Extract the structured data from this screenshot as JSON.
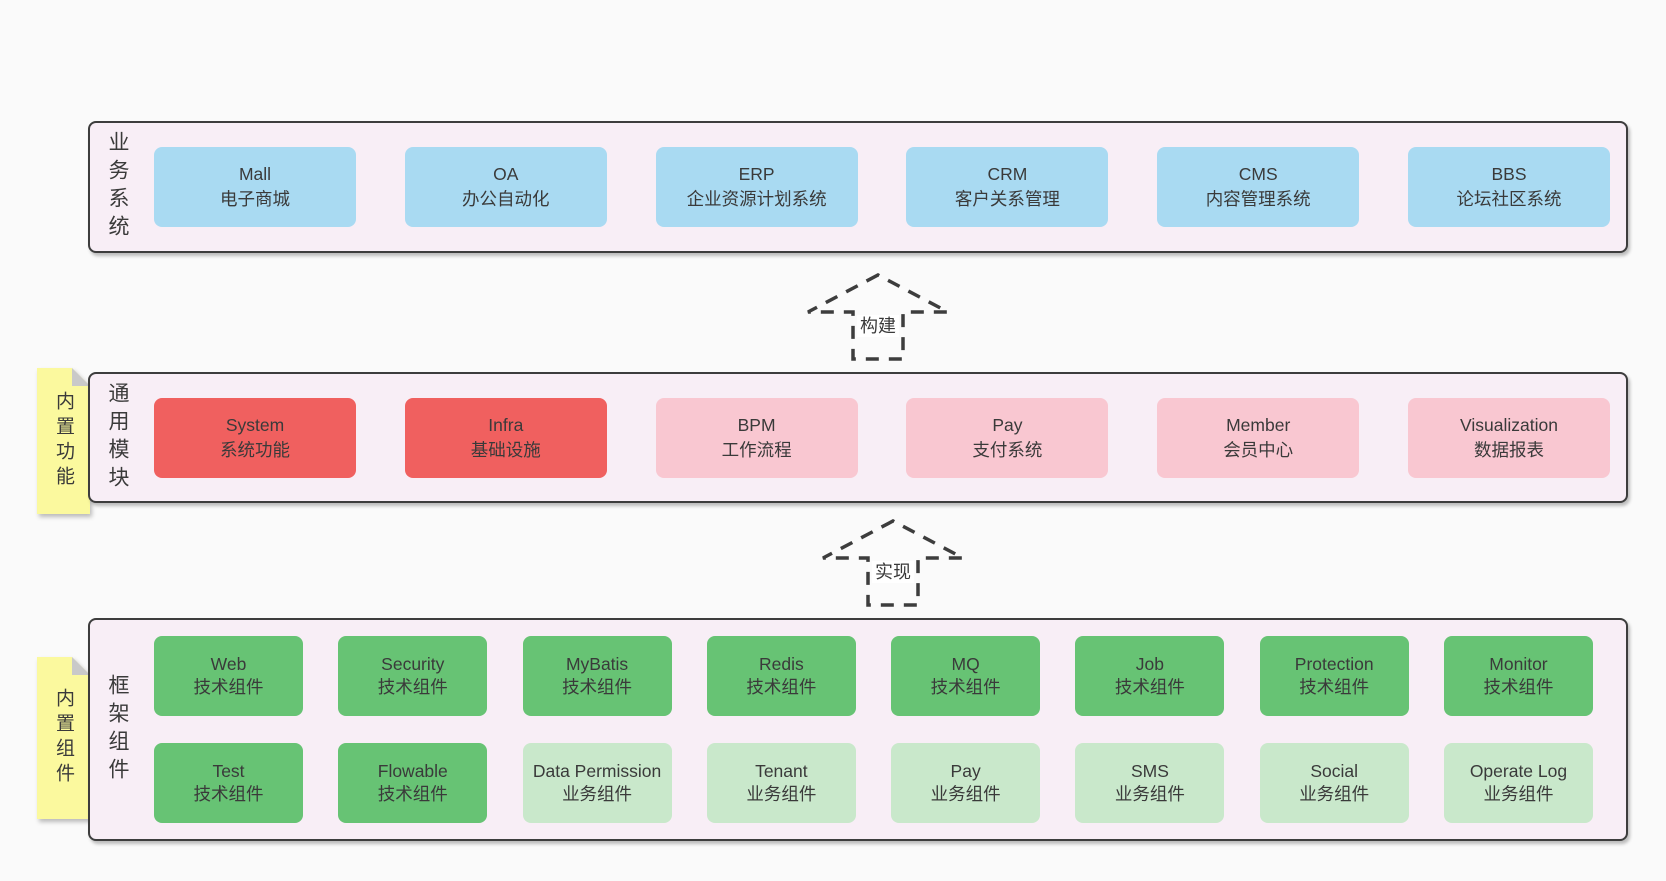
{
  "colors": {
    "page-bg": "#fafafa",
    "container-bg": "#f8eef6",
    "line": "#3d3d3d",
    "text": "#3a3a3a",
    "blue": "#a9daf2",
    "red": "#f0605f",
    "pink": "#f9c7d1",
    "green": "#67c374",
    "green-light": "#c9e8cb",
    "yellow": "#fbf99e",
    "fold": "#c9c9c9",
    "arrow-fill": "#fbfbfb"
  },
  "arrows": [
    {
      "label": "构建"
    },
    {
      "label": "实现"
    }
  ],
  "layers": [
    {
      "label": "业务系统",
      "boxes": [
        {
          "name": "Mall",
          "desc": "电子商城",
          "variant": "blue"
        },
        {
          "name": "OA",
          "desc": "办公自动化",
          "variant": "blue"
        },
        {
          "name": "ERP",
          "desc": "企业资源计划系统",
          "variant": "blue"
        },
        {
          "name": "CRM",
          "desc": "客户关系管理",
          "variant": "blue"
        },
        {
          "name": "CMS",
          "desc": "内容管理系统",
          "variant": "blue"
        },
        {
          "name": "BBS",
          "desc": "论坛社区系统",
          "variant": "blue"
        }
      ]
    },
    {
      "label": "通用模块",
      "note": "内置功能",
      "boxes": [
        {
          "name": "System",
          "desc": "系统功能",
          "variant": "red"
        },
        {
          "name": "Infra",
          "desc": "基础设施",
          "variant": "red"
        },
        {
          "name": "BPM",
          "desc": "工作流程",
          "variant": "pink"
        },
        {
          "name": "Pay",
          "desc": "支付系统",
          "variant": "pink"
        },
        {
          "name": "Member",
          "desc": "会员中心",
          "variant": "pink"
        },
        {
          "name": "Visualization",
          "desc": "数据报表",
          "variant": "pink"
        }
      ]
    },
    {
      "label": "框架组件",
      "note": "内置组件",
      "rows": [
        [
          {
            "name": "Web",
            "desc": "技术组件",
            "variant": "green"
          },
          {
            "name": "Security",
            "desc": "技术组件",
            "variant": "green"
          },
          {
            "name": "MyBatis",
            "desc": "技术组件",
            "variant": "green"
          },
          {
            "name": "Redis",
            "desc": "技术组件",
            "variant": "green"
          },
          {
            "name": "MQ",
            "desc": "技术组件",
            "variant": "green"
          },
          {
            "name": "Job",
            "desc": "技术组件",
            "variant": "green"
          },
          {
            "name": "Protection",
            "desc": "技术组件",
            "variant": "green"
          },
          {
            "name": "Monitor",
            "desc": "技术组件",
            "variant": "green"
          }
        ],
        [
          {
            "name": "Test",
            "desc": "技术组件",
            "variant": "green"
          },
          {
            "name": "Flowable",
            "desc": "技术组件",
            "variant": "green"
          },
          {
            "name": "Data Permission",
            "desc": "业务组件",
            "variant": "green-light"
          },
          {
            "name": "Tenant",
            "desc": "业务组件",
            "variant": "green-light"
          },
          {
            "name": "Pay",
            "desc": "业务组件",
            "variant": "green-light"
          },
          {
            "name": "SMS",
            "desc": "业务组件",
            "variant": "green-light"
          },
          {
            "name": "Social",
            "desc": "业务组件",
            "variant": "green-light"
          },
          {
            "name": "Operate Log",
            "desc": "业务组件",
            "variant": "green-light"
          }
        ]
      ]
    }
  ]
}
